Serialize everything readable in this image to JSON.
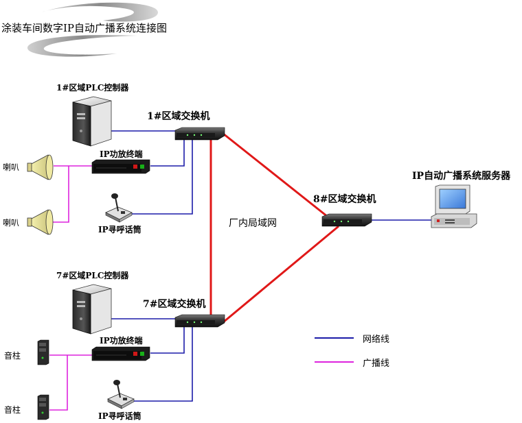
{
  "title": "涂装车间数字IP自动广播系统连接图",
  "colors": {
    "network_line": "#1a1aa8",
    "broadcast_line": "#dd22dd",
    "lan_line": "#e01818"
  },
  "zone1": {
    "plc_label": "1#区域PLC控制器",
    "switch_label": "1#区域交换机",
    "amp_label": "IP功放终端",
    "speaker_label_1": "喇叭",
    "speaker_label_2": "喇叭",
    "mic_label": "IP寻呼话筒"
  },
  "zone7": {
    "plc_label": "7#区域PLC控制器",
    "switch_label": "7#区域交换机",
    "amp_label": "IP功放终端",
    "column_label_1": "音柱",
    "column_label_2": "音柱",
    "mic_label": "IP寻呼话筒"
  },
  "zone8": {
    "switch_label": "8#区域交换机",
    "server_label": "IP自动广播系统服务器"
  },
  "lan_label": "厂内局域网",
  "legend": {
    "network_label": "网络线",
    "broadcast_label": "广播线"
  },
  "icons": {
    "server": "tower-server-icon",
    "switch": "network-switch-icon",
    "amplifier": "amplifier-icon",
    "speaker": "horn-speaker-icon",
    "column": "column-speaker-icon",
    "microphone": "paging-microphone-icon",
    "workstation": "desktop-computer-icon"
  }
}
